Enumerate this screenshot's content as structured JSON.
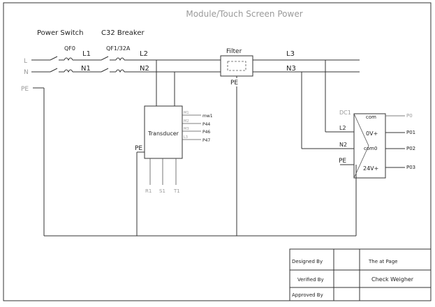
{
  "title": "Module/Touch Screen Power",
  "header": {
    "power_switch": "Power Switch",
    "breaker": "C32 Breaker"
  },
  "lines": {
    "L": "L",
    "N": "N",
    "PE": "PE",
    "L1": "L1",
    "N1": "N1",
    "L2": "L2",
    "N2": "N2",
    "L3": "L3",
    "N3": "N3"
  },
  "components": {
    "qf0": "QF0",
    "qf1": "QF1/32A",
    "filter": "Filter",
    "filter_pe": "PE",
    "transducer": "Transducer",
    "transducer_pe": "PE",
    "transducer_pins": [
      "M1",
      "M2",
      "M3",
      "L3"
    ],
    "transducer_outputs": [
      "mw1",
      "P44",
      "P46",
      "P47"
    ],
    "transducer_bottom": [
      "R1",
      "S1",
      "T1"
    ],
    "dc_label": "DC1",
    "dc_l2": "L2",
    "dc_n2": "N2",
    "dc_pe": "PE",
    "dc_terminals": [
      "com",
      "0V+",
      "com0",
      "24V+"
    ],
    "dc_outputs": [
      "P0",
      "P01",
      "P02",
      "P03"
    ]
  },
  "title_block": {
    "designed_by": "Designed By",
    "verified_by": "Verified By",
    "approved_by": "Approved By",
    "page": "The at Page",
    "name": "Check Weigher"
  }
}
